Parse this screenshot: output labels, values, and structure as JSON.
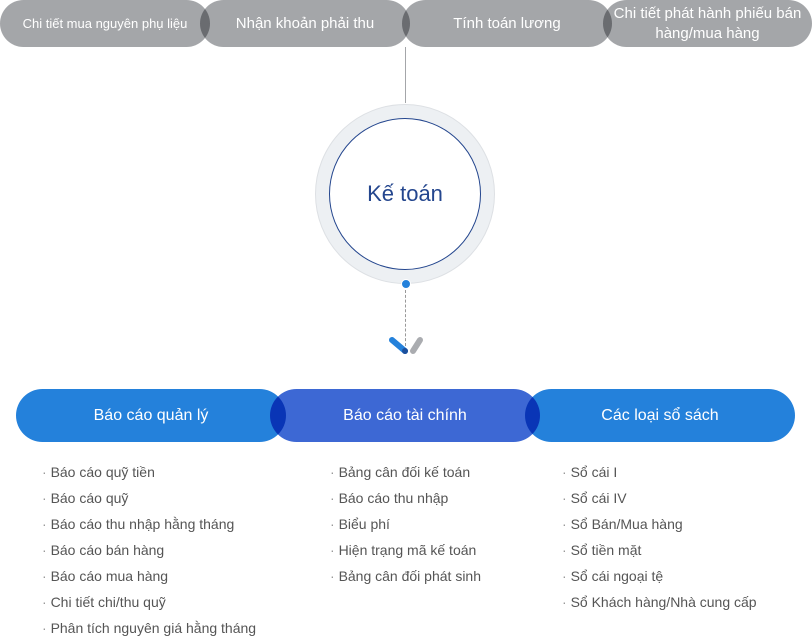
{
  "top_items": [
    "Chi tiết mua nguyên phụ liệu",
    "Nhận khoản phải thu",
    "Tính toán lương",
    "Chi tiết phát hành phiếu bán hàng/mua hàng"
  ],
  "center": "Kế toán",
  "categories": [
    {
      "label": "Báo cáo quản lý",
      "color": "#2481db",
      "items": [
        "Báo cáo quỹ tiền",
        "Báo cáo quỹ",
        "Báo cáo thu nhập hằng tháng",
        "Báo cáo bán hàng",
        "Báo cáo mua hàng",
        "Chi tiết chi/thu quỹ",
        "Phân tích nguyên giá hằng tháng"
      ]
    },
    {
      "label": "Báo cáo tài chính",
      "color": "#3d68d4",
      "items": [
        "Bảng cân đối kế toán",
        "Báo cáo thu nhập",
        "Biểu phí",
        "Hiện trạng mã kế toán",
        "Bảng cân đối phát sinh"
      ]
    },
    {
      "label": "Các loại sổ sách",
      "color": "#2481db",
      "items": [
        "Sổ cái I",
        "Sổ cái IV",
        "Sổ Bán/Mua hàng",
        "Sổ tiền mặt",
        "Sổ cái ngoại tệ",
        "Sổ Khách hàng/Nhà cung cấp"
      ]
    }
  ]
}
